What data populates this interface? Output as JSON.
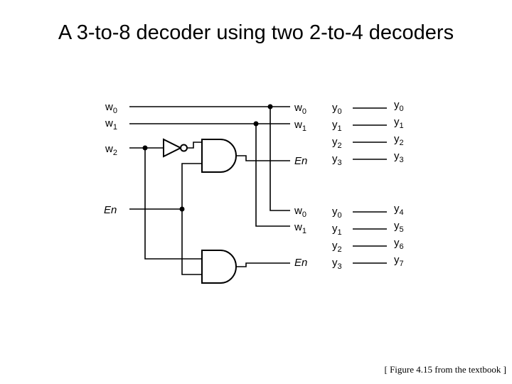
{
  "title": "A 3-to-8 decoder using two 2-to-4 decoders",
  "caption": "[ Figure 4.15 from the textbook ]",
  "inputs": {
    "w0": {
      "base": "w",
      "sub": "0"
    },
    "w1": {
      "base": "w",
      "sub": "1"
    },
    "w2": {
      "base": "w",
      "sub": "2"
    },
    "en": "En"
  },
  "decoder_top": {
    "in0": {
      "base": "w",
      "sub": "0"
    },
    "in1": {
      "base": "w",
      "sub": "1"
    },
    "en": "En",
    "out0": {
      "base": "y",
      "sub": "0"
    },
    "out1": {
      "base": "y",
      "sub": "1"
    },
    "out2": {
      "base": "y",
      "sub": "2"
    },
    "out3": {
      "base": "y",
      "sub": "3"
    }
  },
  "decoder_bottom": {
    "in0": {
      "base": "w",
      "sub": "0"
    },
    "in1": {
      "base": "w",
      "sub": "1"
    },
    "en": "En",
    "out0": {
      "base": "y",
      "sub": "0"
    },
    "out1": {
      "base": "y",
      "sub": "1"
    },
    "out2": {
      "base": "y",
      "sub": "2"
    },
    "out3": {
      "base": "y",
      "sub": "3"
    }
  },
  "outputs": [
    {
      "base": "y",
      "sub": "0"
    },
    {
      "base": "y",
      "sub": "1"
    },
    {
      "base": "y",
      "sub": "2"
    },
    {
      "base": "y",
      "sub": "3"
    },
    {
      "base": "y",
      "sub": "4"
    },
    {
      "base": "y",
      "sub": "5"
    },
    {
      "base": "y",
      "sub": "6"
    },
    {
      "base": "y",
      "sub": "7"
    }
  ]
}
